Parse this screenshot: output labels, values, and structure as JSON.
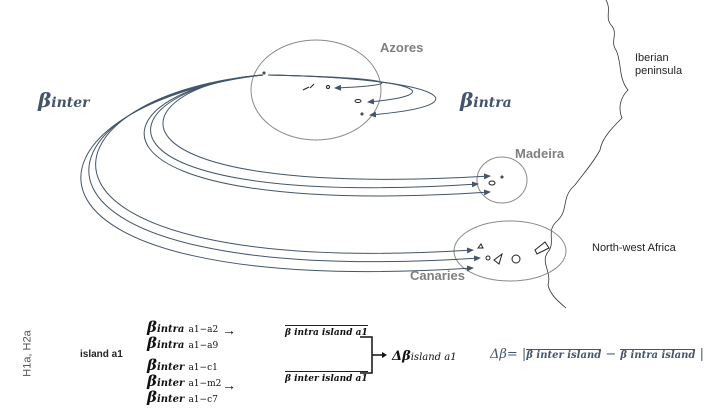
{
  "map": {
    "regions": [
      "Azores",
      "Madeira",
      "Canaries"
    ],
    "mainland": [
      "Iberian peninsula",
      "North-west Africa"
    ],
    "beta_inter": {
      "symbol": "β",
      "sub": "inter"
    },
    "beta_intra": {
      "symbol": "β",
      "sub": "intra"
    },
    "line_color": "#44546a"
  },
  "formula": {
    "hypotheses": "H1a, H2a",
    "island": "island a1",
    "pairs": [
      {
        "b": "β",
        "type": "intra",
        "pair": "a1−a2"
      },
      {
        "b": "β",
        "type": "intra",
        "pair": "a1−a9"
      },
      {
        "b": "β",
        "type": "inter",
        "pair": "a1−c1"
      },
      {
        "b": "β",
        "type": "inter",
        "pair": "a1−m2"
      },
      {
        "b": "β",
        "type": "inter",
        "pair": "a1−c7"
      }
    ],
    "mean_intra": "β intra island a1",
    "mean_inter": "β inter island a1",
    "delta_label": "Δβ",
    "delta_sub": "island a1",
    "definition_lhs": "Δβ= |",
    "definition_a": "β inter island",
    "definition_minus": "−",
    "definition_b": "β intra island",
    "definition_end": "|"
  }
}
